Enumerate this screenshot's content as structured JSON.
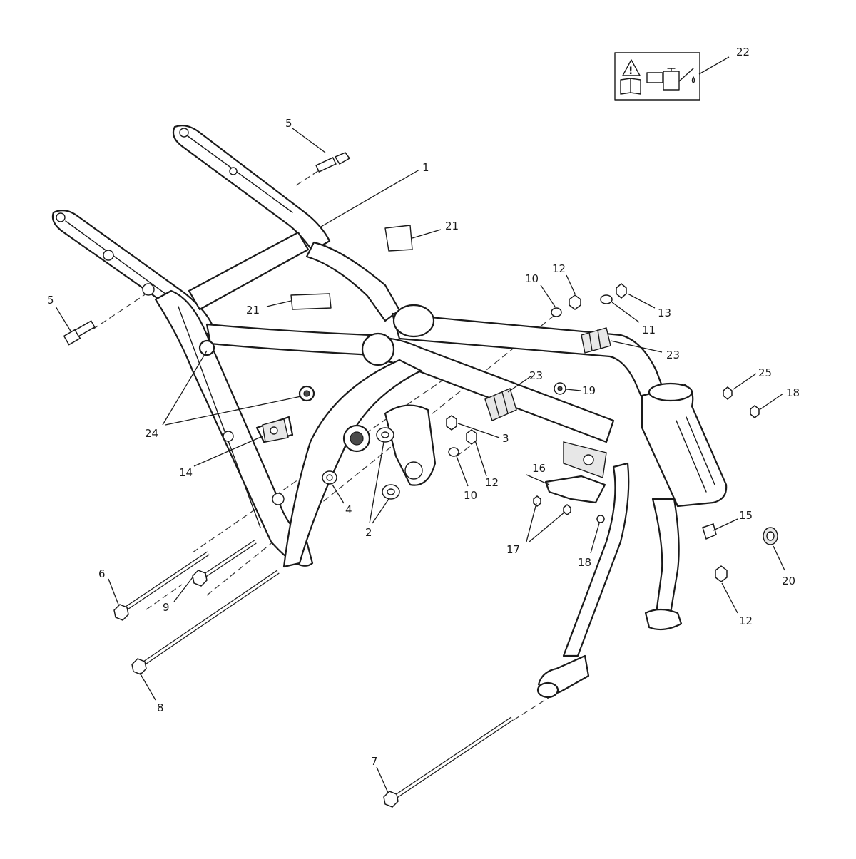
{
  "diagram": {
    "callouts": [
      {
        "id": "c1",
        "label": "1"
      },
      {
        "id": "c2",
        "label": "2"
      },
      {
        "id": "c3",
        "label": "3"
      },
      {
        "id": "c4",
        "label": "4"
      },
      {
        "id": "c5a",
        "label": "5"
      },
      {
        "id": "c5b",
        "label": "5"
      },
      {
        "id": "c6",
        "label": "6"
      },
      {
        "id": "c7",
        "label": "7"
      },
      {
        "id": "c8",
        "label": "8"
      },
      {
        "id": "c9",
        "label": "9"
      },
      {
        "id": "c10a",
        "label": "10"
      },
      {
        "id": "c10b",
        "label": "10"
      },
      {
        "id": "c11",
        "label": "11"
      },
      {
        "id": "c12a",
        "label": "12"
      },
      {
        "id": "c12b",
        "label": "12"
      },
      {
        "id": "c12c",
        "label": "12"
      },
      {
        "id": "c13",
        "label": "13"
      },
      {
        "id": "c14",
        "label": "14"
      },
      {
        "id": "c15",
        "label": "15"
      },
      {
        "id": "c16",
        "label": "16"
      },
      {
        "id": "c17",
        "label": "17"
      },
      {
        "id": "c18a",
        "label": "18"
      },
      {
        "id": "c18b",
        "label": "18"
      },
      {
        "id": "c19",
        "label": "19"
      },
      {
        "id": "c20",
        "label": "20"
      },
      {
        "id": "c21a",
        "label": "21"
      },
      {
        "id": "c21b",
        "label": "21"
      },
      {
        "id": "c22",
        "label": "22"
      },
      {
        "id": "c23a",
        "label": "23"
      },
      {
        "id": "c23b",
        "label": "23"
      },
      {
        "id": "c24",
        "label": "24"
      },
      {
        "id": "c25",
        "label": "25"
      }
    ],
    "symbols": {
      "warning_icon": "warning-triangle-icon",
      "manual_icon": "service-manual-icon",
      "oil_icon": "oil-can-icon"
    }
  }
}
